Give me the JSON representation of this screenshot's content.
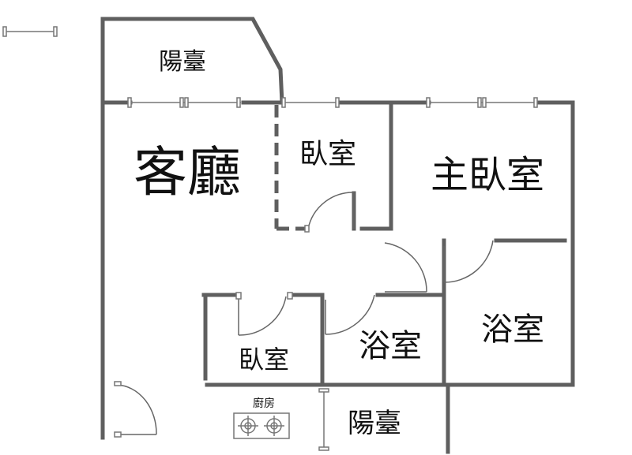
{
  "rooms": {
    "balcony_top": "陽臺",
    "living": "客廳",
    "bedroom_small": "臥室",
    "master_bedroom": "主臥室",
    "bath_right": "浴室",
    "bath_mid": "浴室",
    "bedroom_lower": "臥室",
    "kitchen": "廚房",
    "balcony_bottom": "陽臺"
  },
  "icons": {
    "scale_bar": "scale-bar-icon",
    "stove": "gas-stove-icon"
  }
}
